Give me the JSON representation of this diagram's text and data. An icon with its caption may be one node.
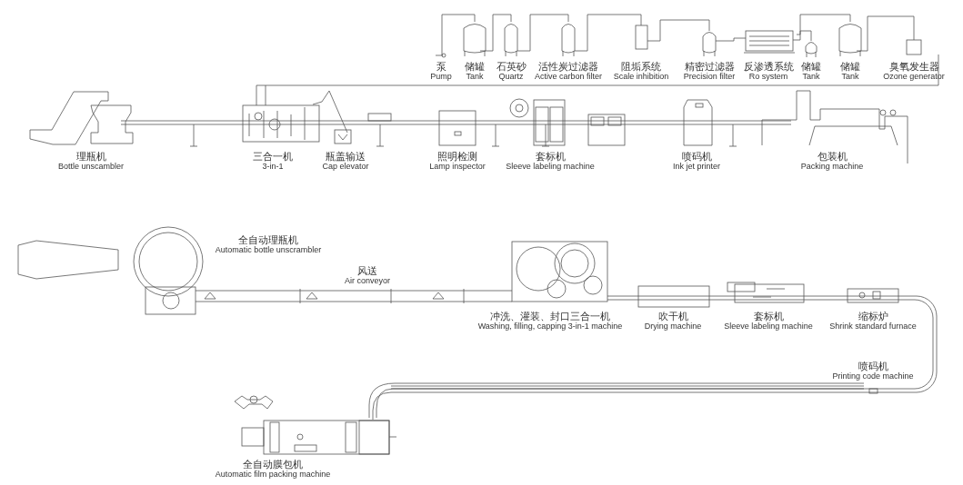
{
  "diagram": {
    "labels": [
      "泵",
      "Pump",
      "储罐",
      "Tank",
      "石英砂",
      "Quartz",
      "活性炭过滤器",
      "Active carbon filter",
      "阻垢系统",
      "Scale inhibition",
      "精密过滤器",
      "Precision filter",
      "反渗透系统",
      "Ro system",
      "储罐",
      "Tank",
      "储罐",
      "Tank",
      "臭氧发生器",
      "Ozone generator",
      "理瓶机",
      "Bottle unscambler",
      "三合一机",
      "3-in-1",
      "瓶盖输送",
      "Cap elevator",
      "照明检测",
      "Lamp inspector",
      "套标机",
      "Sleeve labeling machine",
      "喷码机",
      "Ink jet printer",
      "包装机",
      "Packing machine",
      "全自动理瓶机",
      "Automatic bottle unscrambler",
      "风送",
      "Air conveyor",
      "冲洗、灌装、封口三合一机",
      "Washing, filling, capping 3-in-1 machine",
      "吹干机",
      "Drying machine",
      "套标机",
      "Sleeve labeling machine",
      "缩标炉",
      "Shrink standard furnace",
      "喷码机",
      "Printing code machine",
      "全自动膜包机",
      "Automatic film packing machine"
    ]
  }
}
